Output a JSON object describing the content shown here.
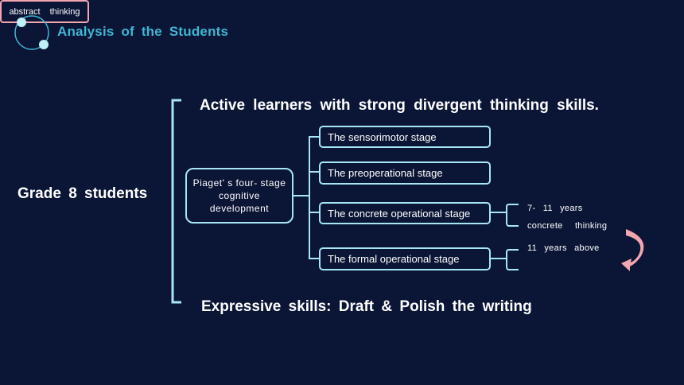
{
  "header": {
    "title": "Analysis  of  the  Students"
  },
  "root": {
    "label": "Grade  8  students"
  },
  "branches": {
    "active": "Active  learners  with  strong  divergent  thinking  skills.",
    "expressive": "Expressive  skills:  Draft  &  Polish  the  writing"
  },
  "piaget": {
    "line1": "Piaget' s  four- stage",
    "line2": "cognitive",
    "line3": "development"
  },
  "stages": [
    "The sensorimotor stage",
    "The preoperational stage",
    "The concrete operational stage",
    "The formal operational stage"
  ],
  "concrete": {
    "age": "7- 11 years",
    "thinking": "concrete    thinking"
  },
  "formal": {
    "age": "11  years above",
    "thinking": "abstract    thinking"
  },
  "colors": {
    "background": "#0b1535",
    "accent": "#3fb6d2",
    "box_border": "#a6e6f5",
    "highlight": "#f2a6b0"
  }
}
